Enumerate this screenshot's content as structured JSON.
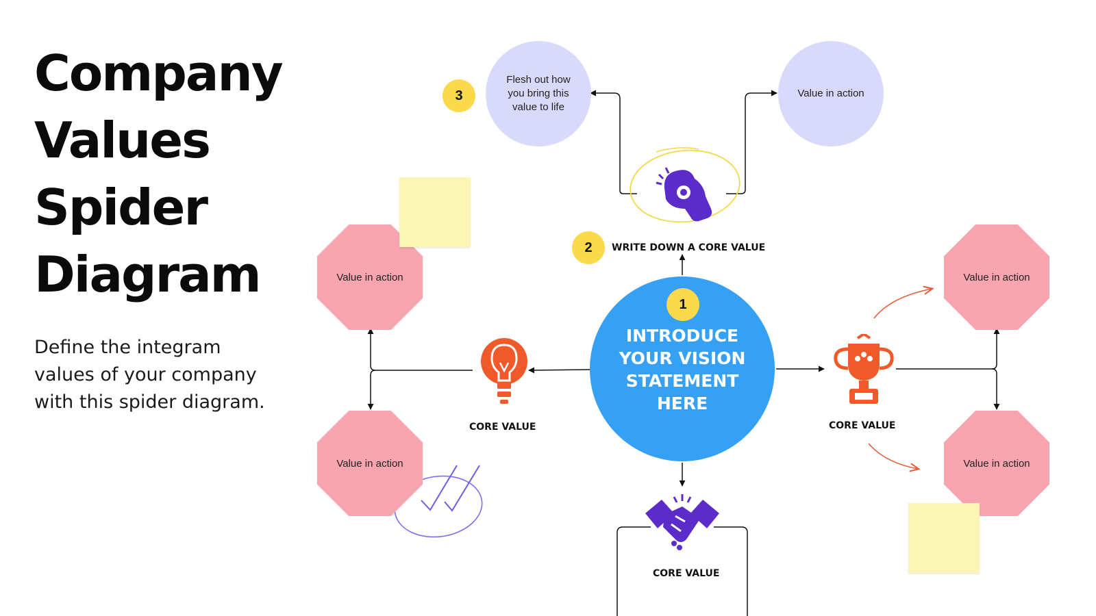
{
  "title_lines": [
    "Company",
    "Values",
    "Spider",
    "Diagram"
  ],
  "subtitle": "Define the integram values of your company with this spider diagram.",
  "center": {
    "badge": "1",
    "text": "INTRODUCE YOUR VISION STATEMENT HERE",
    "color": "#36a1f4"
  },
  "top_branch": {
    "badge": "2",
    "label": "WRITE DOWN A CORE VALUE",
    "icon": "ok-hand-icon",
    "left_circle": {
      "badge": "3",
      "text": "Flesh out how you bring this value to life"
    },
    "right_circle": {
      "text": "Value in action"
    }
  },
  "left_branch": {
    "label": "CORE VALUE",
    "icon": "lightbulb-icon",
    "top_box": "Value in action",
    "bottom_box": "Value in action"
  },
  "right_branch": {
    "label": "CORE VALUE",
    "icon": "trophy-icon",
    "top_box": "Value in action",
    "bottom_box": "Value in action"
  },
  "bottom_branch": {
    "label": "CORE VALUE",
    "icon": "handshake-icon"
  },
  "colors": {
    "circle_fill": "#d8d9fb",
    "octagon_fill": "#f8a5b0",
    "sticky_fill": "#fbf5b5",
    "badge_fill": "#fcd94a",
    "purple_icon": "#5b2cc9",
    "orange_icon": "#f05a2a"
  }
}
